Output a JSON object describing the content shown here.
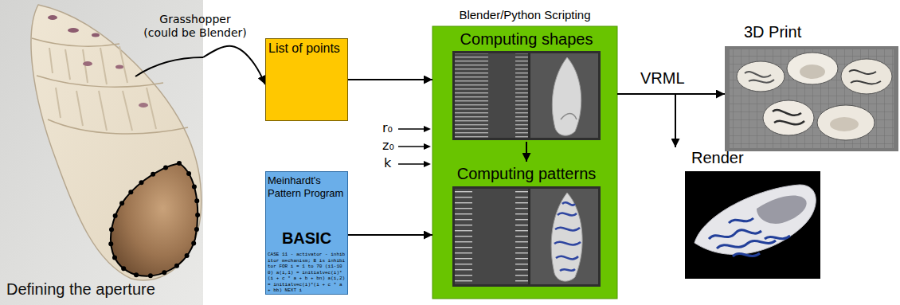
{
  "diagram": {
    "nodes": [
      {
        "text": [
          "Defining the aperture"
        ]
      },
      {
        "text": [
          "List of points"
        ]
      },
      {
        "text": [
          "Meinhardt's Pattern Program",
          "BASIC",
          "CASE 11 - activator - inhibitor mechanism; B is inhibitor FOR i = 1 to 70 (i1-100) a(i,1) = initialvec(i)*(i + c * a + b + bn) a(i,2) = initialvec(i)*(i + c * a + bb) NEXT i"
        ]
      },
      {
        "text": [
          "Blender/Python Scripting"
        ]
      },
      {
        "text": [
          "Computing shapes"
        ],
        "in": 3
      },
      {
        "text": [
          "Computing patterns"
        ],
        "in": 3
      },
      {
        "text": [
          "3D Print"
        ]
      },
      {
        "text": [
          "Render"
        ]
      }
    ],
    "edges": [
      {
        "from": 0,
        "to": 1,
        "label": "Grasshopper (could be Blender)",
        "arrow": "to"
      },
      {
        "from": 1,
        "to": 3,
        "arrow": "to"
      },
      {
        "from": 2,
        "to": 3,
        "arrow": "to"
      },
      {
        "from": 4,
        "to": 5,
        "arrow": "to"
      },
      {
        "from": 3,
        "to": 6,
        "label": "VRML",
        "arrow": "to"
      },
      {
        "from": 3,
        "to": 7,
        "arrow": "to"
      }
    ],
    "labels": [
      "r₀",
      "z₀",
      "k"
    ]
  }
}
